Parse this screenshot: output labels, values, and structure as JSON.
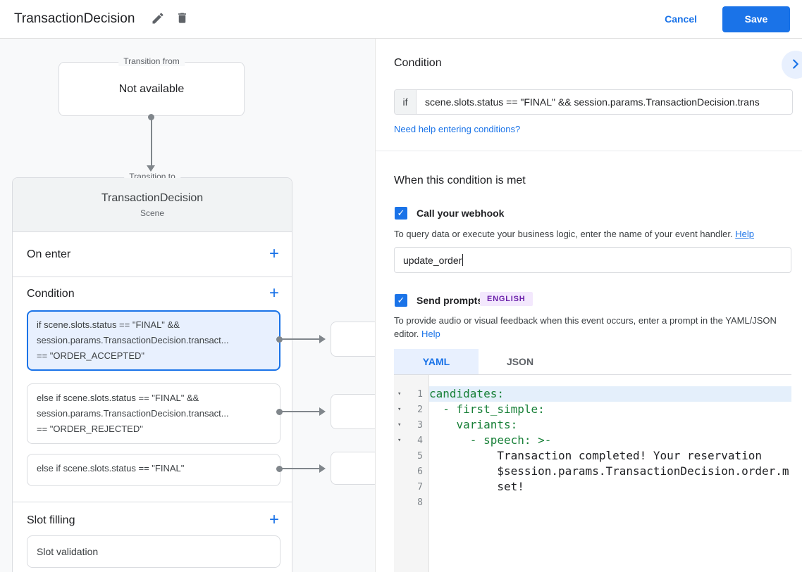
{
  "header": {
    "title": "TransactionDecision",
    "cancel_label": "Cancel",
    "save_label": "Save"
  },
  "canvas": {
    "transition_from": {
      "legend": "Transition from",
      "content": "Not available"
    },
    "transition_to": {
      "legend": "Transition to",
      "title": "TransactionDecision",
      "subtitle": "Scene",
      "on_enter": {
        "label": "On enter",
        "add_label": "+"
      },
      "condition": {
        "label": "Condition",
        "add_label": "+",
        "cards": [
          {
            "text": "if scene.slots.status == \"FINAL\" &&\nsession.params.TransactionDecision.transact...\n== \"ORDER_ACCEPTED\""
          },
          {
            "text": "else if scene.slots.status == \"FINAL\" &&\nsession.params.TransactionDecision.transact...\n== \"ORDER_REJECTED\""
          },
          {
            "text": "else if scene.slots.status == \"FINAL\""
          }
        ]
      },
      "slot_filling": {
        "label": "Slot filling",
        "add_label": "+",
        "cards": [
          {
            "text": "Slot validation"
          }
        ]
      }
    }
  },
  "panel": {
    "condition": {
      "heading": "Condition",
      "if_label": "if",
      "if_value": "scene.slots.status == \"FINAL\" && session.params.TransactionDecision.trans",
      "help_link": "Need help entering conditions?"
    },
    "when_met": {
      "heading": "When this condition is met"
    },
    "webhook": {
      "checkbox_label": "Call your webhook",
      "checked": true,
      "check_glyph": "✓",
      "description": "To query data or execute your business logic, enter the name of your event handler.",
      "help_label": "Help",
      "input_value": "update_order"
    },
    "prompts": {
      "checkbox_label": "Send prompts",
      "checked": true,
      "check_glyph": "✓",
      "language_badge": "ENGLISH",
      "description": "To provide audio or visual feedback when this event occurs, enter a prompt in the YAML/JSON editor.",
      "help_label": "Help",
      "tabs": [
        {
          "label": "YAML",
          "active": true
        },
        {
          "label": "JSON",
          "active": false
        }
      ],
      "editor": {
        "fold_glyph": "▾",
        "lines": [
          {
            "num": 1,
            "text": "candidates:"
          },
          {
            "num": 2,
            "text": "  - first_simple:"
          },
          {
            "num": 3,
            "text": "    variants:"
          },
          {
            "num": 4,
            "text": "      - speech: >-"
          },
          {
            "num": 5,
            "text": "          Transaction completed! Your reservation"
          },
          {
            "num": 6,
            "text": "          $session.params.TransactionDecision.order.m"
          },
          {
            "num": 7,
            "text": "          set!"
          },
          {
            "num": 8,
            "text": ""
          }
        ]
      }
    }
  },
  "colors": {
    "accent_blue": "#1a73e8",
    "selected_card_bg": "#e8f0fe",
    "code_green": "#188038",
    "badge_text": "#681da8",
    "badge_bg": "#f3e8fd",
    "canvas_bg": "#f8f9fa",
    "border": "#dadce0"
  }
}
